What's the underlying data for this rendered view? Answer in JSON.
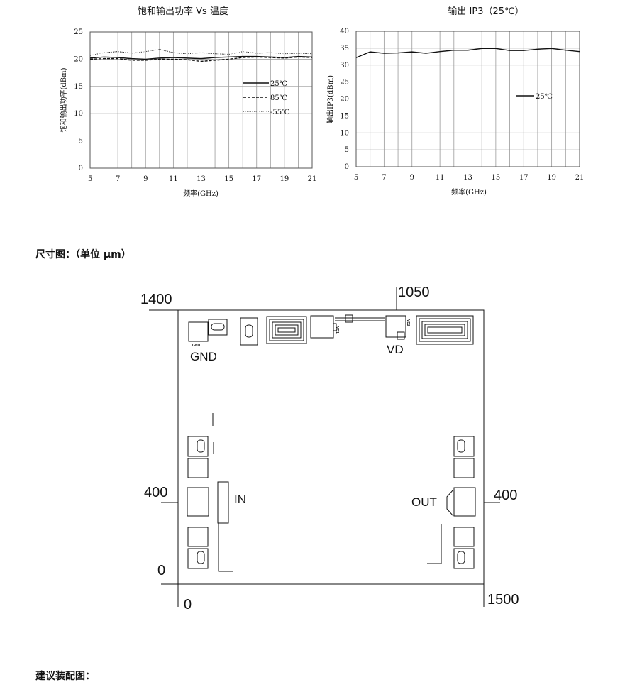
{
  "chart_data": [
    {
      "type": "line",
      "title": "饱和输出功率 Vs 温度",
      "xlabel": "频率(GHz)",
      "ylabel": "饱和输出功率(dBm)",
      "xlim": [
        5,
        21
      ],
      "ylim": [
        0,
        25
      ],
      "xticks": [
        5,
        7,
        9,
        11,
        13,
        15,
        17,
        19,
        21
      ],
      "yticks": [
        0,
        5,
        10,
        15,
        20,
        25
      ],
      "grid": true,
      "legend_position": "right",
      "series": [
        {
          "name": "25℃",
          "style": "solid",
          "x": [
            5,
            6,
            7,
            8,
            9,
            10,
            11,
            12,
            13,
            14,
            15,
            16,
            17,
            18,
            19,
            20,
            21
          ],
          "y": [
            20.2,
            20.4,
            20.3,
            20.1,
            20.0,
            20.2,
            20.3,
            20.2,
            20.1,
            20.3,
            20.4,
            20.5,
            20.5,
            20.4,
            20.3,
            20.5,
            20.4
          ]
        },
        {
          "name": "85℃",
          "style": "dashed",
          "x": [
            5,
            6,
            7,
            8,
            9,
            10,
            11,
            12,
            13,
            14,
            15,
            16,
            17,
            18,
            19,
            20,
            21
          ],
          "y": [
            20.0,
            20.1,
            20.1,
            19.8,
            19.8,
            20.0,
            20.0,
            19.9,
            19.6,
            19.8,
            20.0,
            20.3,
            20.4,
            20.3,
            20.2,
            20.4,
            20.3
          ]
        },
        {
          "name": "-55℃",
          "style": "dotted",
          "x": [
            5,
            6,
            7,
            8,
            9,
            10,
            11,
            12,
            13,
            14,
            15,
            16,
            17,
            18,
            19,
            20,
            21
          ],
          "y": [
            20.7,
            21.2,
            21.4,
            21.1,
            21.4,
            21.8,
            21.2,
            21.0,
            21.2,
            21.0,
            20.9,
            21.4,
            21.1,
            21.2,
            21.0,
            21.1,
            21.0
          ]
        }
      ]
    },
    {
      "type": "line",
      "title": "输出 IP3（25℃）",
      "xlabel": "频率(GHz)",
      "ylabel": "输出IP3(dBm)",
      "xlim": [
        5,
        21
      ],
      "ylim": [
        0,
        40
      ],
      "xticks": [
        5,
        7,
        9,
        11,
        13,
        15,
        17,
        19,
        21
      ],
      "yticks": [
        0,
        5,
        10,
        15,
        20,
        25,
        30,
        35,
        40
      ],
      "grid": true,
      "legend_position": "right",
      "series": [
        {
          "name": "25℃",
          "style": "solid",
          "x": [
            5,
            6,
            7,
            8,
            9,
            10,
            11,
            12,
            13,
            14,
            15,
            16,
            17,
            18,
            19,
            20,
            21
          ],
          "y": [
            32.2,
            33.9,
            33.5,
            33.6,
            33.9,
            33.5,
            34.0,
            34.4,
            34.4,
            34.9,
            34.9,
            34.3,
            34.3,
            34.7,
            34.9,
            34.4,
            34.0
          ]
        }
      ]
    }
  ],
  "sections": {
    "dimension_title": "尺寸图：（单位 μm）",
    "assembly_title": "建议装配图："
  },
  "dimension_drawing": {
    "dim_top_left": "1400",
    "dim_top": "1050",
    "dim_left_400": "400",
    "dim_right_400": "400",
    "dim_left_0": "0",
    "dim_bottom_0": "0",
    "dim_bottom_right": "1500",
    "label_gnd": "GND",
    "label_gnd_small": "GND",
    "label_vd": "VD",
    "label_in": "IN",
    "label_out": "OUT",
    "label_vd1": "VD1",
    "label_vd2": "VD2"
  }
}
